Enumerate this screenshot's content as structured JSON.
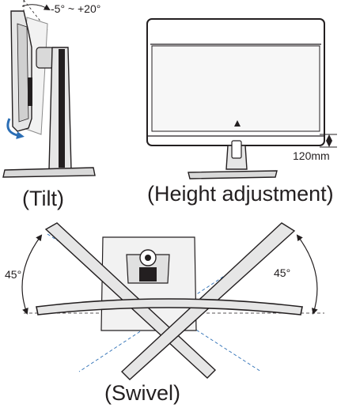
{
  "figure": {
    "tilt": {
      "range_label": "-5° ~ +20°",
      "caption": "(Tilt)"
    },
    "height_adjustment": {
      "measure_label": "120mm",
      "caption": "(Height adjustment)"
    },
    "swivel": {
      "left_angle_label": "45°",
      "right_angle_label": "45°",
      "caption": "(Swivel)"
    },
    "colors": {
      "line": "#231f20",
      "fill": "#e6e6e6",
      "accent_blue": "#2b6eb5"
    }
  }
}
